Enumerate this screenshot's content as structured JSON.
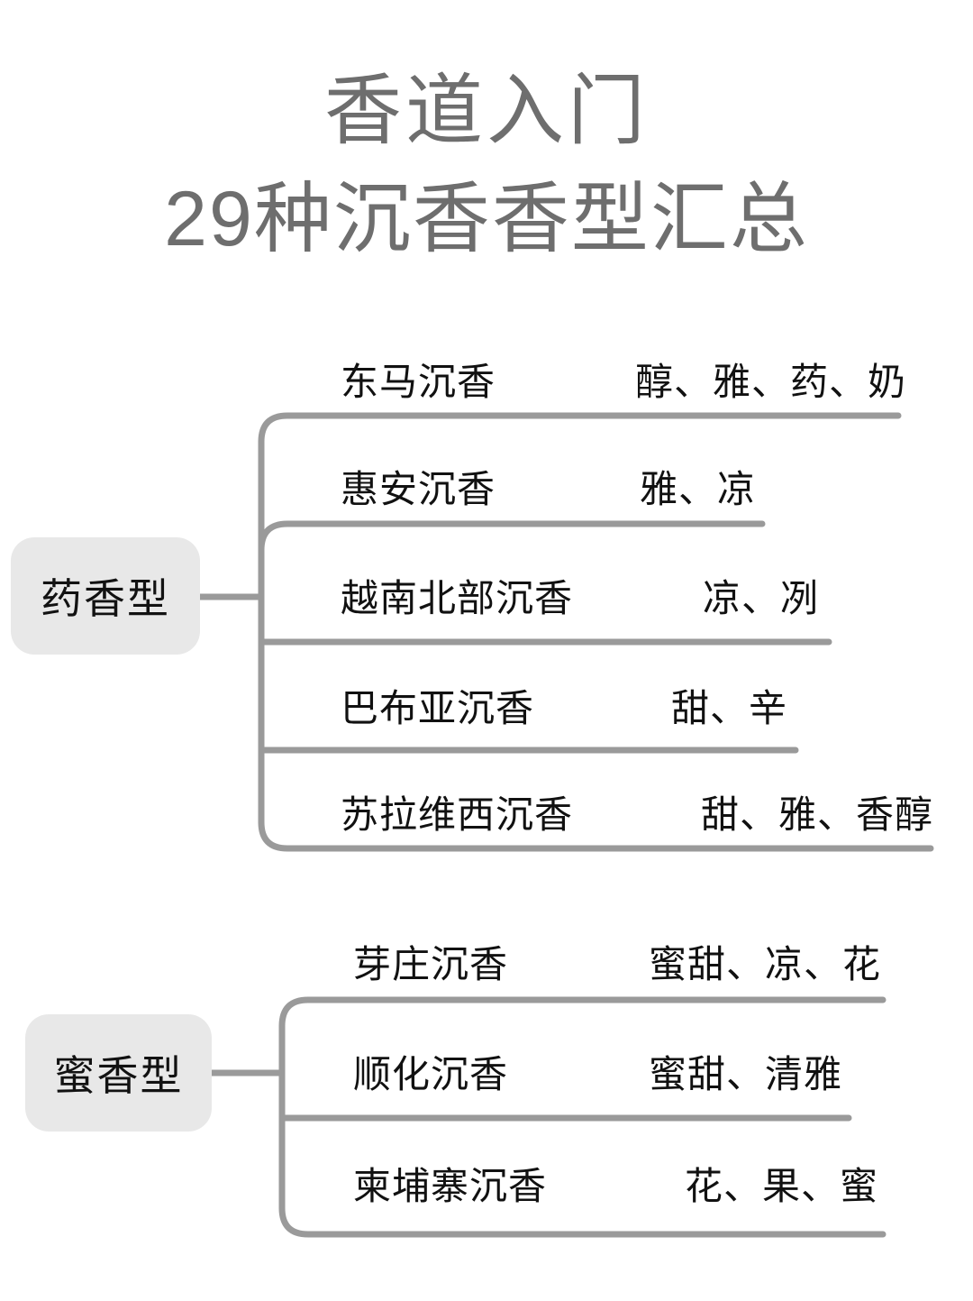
{
  "header": {
    "main_title": "香道入门",
    "sub_title": "29种沉香香型汇总",
    "title_color": "#6e6e6e"
  },
  "theme": {
    "background": "#ffffff",
    "box_fill": "#e8e8e8",
    "line_color": "#9a9a9a",
    "text_color": "#111111"
  },
  "branches": [
    {
      "category": "药香型",
      "items": [
        {
          "name": "东马沉香",
          "notes": "醇、雅、药、奶"
        },
        {
          "name": "惠安沉香",
          "notes": "雅、凉"
        },
        {
          "name": "越南北部沉香",
          "notes": "凉、冽"
        },
        {
          "name": "巴布亚沉香",
          "notes": "甜、辛"
        },
        {
          "name": "苏拉维西沉香",
          "notes": "甜、雅、香醇"
        }
      ]
    },
    {
      "category": "蜜香型",
      "items": [
        {
          "name": "芽庄沉香",
          "notes": "蜜甜、凉、花"
        },
        {
          "name": "顺化沉香",
          "notes": "蜜甜、清雅"
        },
        {
          "name": "柬埔寨沉香",
          "notes": "花、果、蜜"
        }
      ]
    }
  ]
}
